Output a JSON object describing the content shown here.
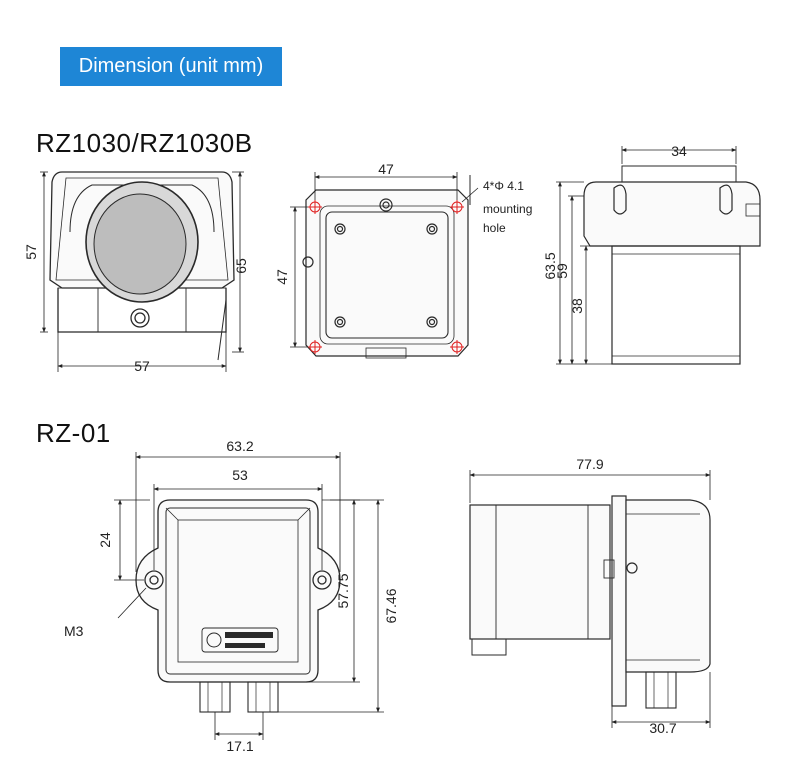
{
  "header": {
    "title": "Dimension (unit mm)"
  },
  "colors": {
    "banner": "#1e86d6",
    "hole_marker": "#e02020",
    "outline": "#2a2a2a"
  },
  "rz1030": {
    "model_title": "RZ1030/RZ1030B",
    "front": {
      "width": "57",
      "height_left": "57",
      "height_right": "65",
      "width_bottom": "57"
    },
    "back": {
      "width": "47",
      "height": "47",
      "hole_label": "4*Φ 4.1",
      "hole_note_1": "mounting",
      "hole_note_2": "hole"
    },
    "side": {
      "top_width": "34",
      "h1": "63.5",
      "h2": "59",
      "h3": "38"
    }
  },
  "rz01": {
    "model_title": "RZ-01",
    "front": {
      "w1": "63.2",
      "w2": "53",
      "h_left": "24",
      "h1": "57.75",
      "h2": "67.46",
      "thread": "M3",
      "bottom": "17.1"
    },
    "side": {
      "width": "77.9",
      "bottom": "30.7"
    }
  }
}
